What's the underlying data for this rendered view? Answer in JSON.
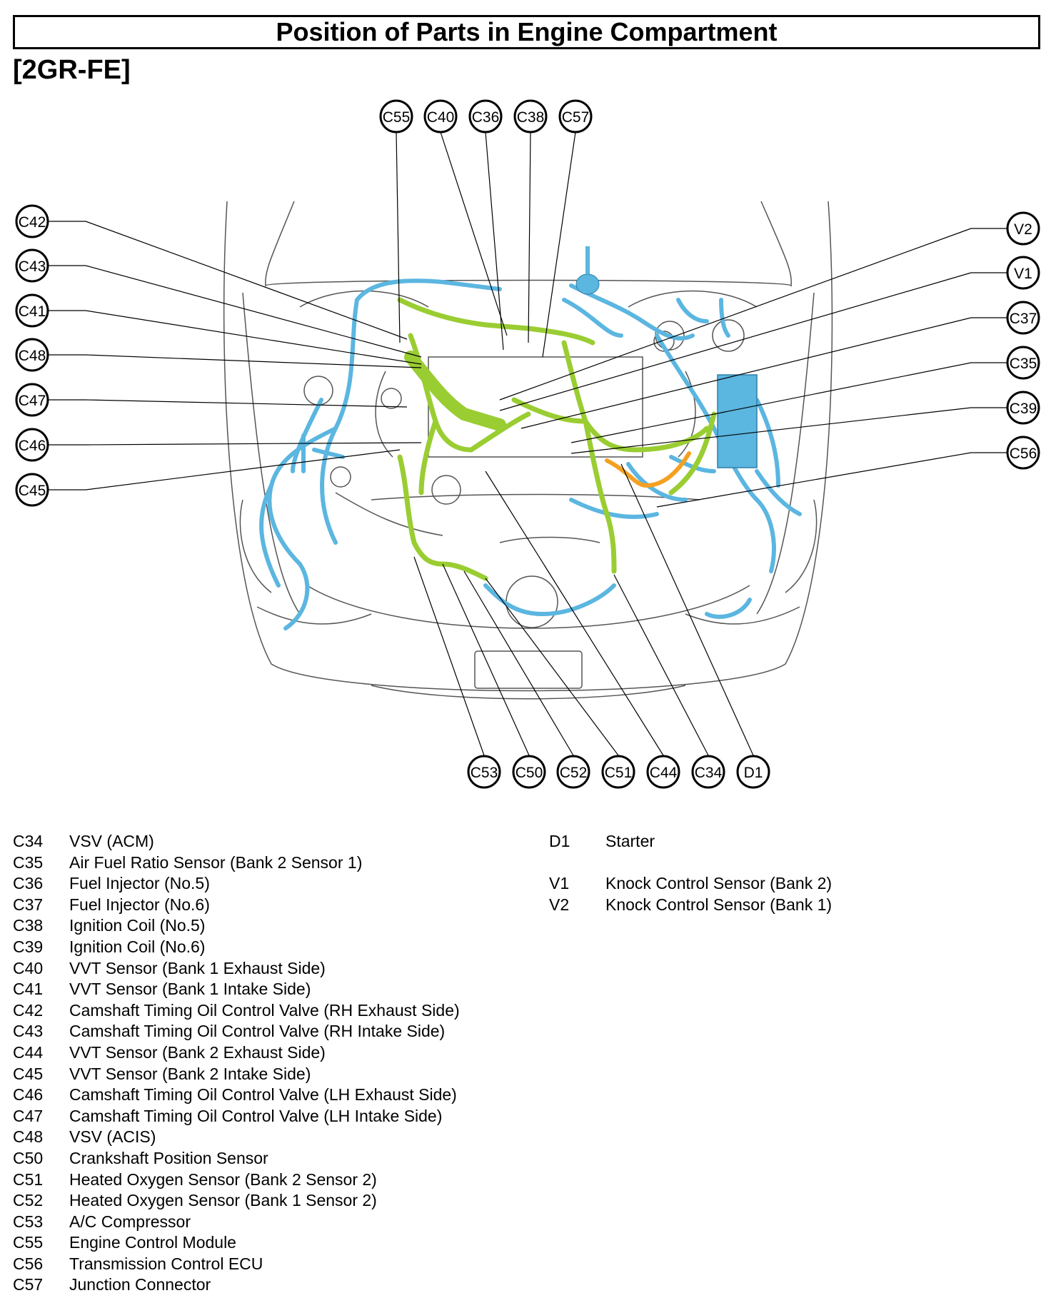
{
  "title": "Position of Parts in Engine Compartment",
  "engine_code": "[2GR-FE]",
  "colors": {
    "harness_blue": "#5bb6e0",
    "harness_green": "#9acd32",
    "harness_orange": "#f4a020",
    "outline": "#555555"
  },
  "connectors": {
    "top": [
      "C55",
      "C40",
      "C36",
      "C38",
      "C57"
    ],
    "left": [
      "C42",
      "C43",
      "C41",
      "C48",
      "C47",
      "C46",
      "C45"
    ],
    "right": [
      "V2",
      "V1",
      "C37",
      "C35",
      "C39",
      "C56"
    ],
    "bottom": [
      "C53",
      "C50",
      "C52",
      "C51",
      "C44",
      "C34",
      "D1"
    ]
  },
  "legend_left": [
    {
      "code": "C34",
      "name": "VSV (ACM)"
    },
    {
      "code": "C35",
      "name": "Air Fuel Ratio Sensor (Bank 2 Sensor 1)"
    },
    {
      "code": "C36",
      "name": "Fuel Injector (No.5)"
    },
    {
      "code": "C37",
      "name": "Fuel Injector (No.6)"
    },
    {
      "code": "C38",
      "name": "Ignition Coil (No.5)"
    },
    {
      "code": "C39",
      "name": "Ignition Coil (No.6)"
    },
    {
      "code": "C40",
      "name": "VVT Sensor (Bank 1 Exhaust Side)"
    },
    {
      "code": "C41",
      "name": "VVT Sensor (Bank 1 Intake Side)"
    },
    {
      "code": "C42",
      "name": "Camshaft Timing Oil Control Valve (RH Exhaust Side)"
    },
    {
      "code": "C43",
      "name": "Camshaft Timing Oil Control Valve (RH Intake Side)"
    },
    {
      "code": "C44",
      "name": "VVT Sensor (Bank 2 Exhaust Side)"
    },
    {
      "code": "C45",
      "name": "VVT Sensor (Bank 2 Intake Side)"
    },
    {
      "code": "C46",
      "name": "Camshaft Timing Oil Control Valve (LH Exhaust Side)"
    },
    {
      "code": "C47",
      "name": "Camshaft Timing Oil Control Valve (LH Intake Side)"
    },
    {
      "code": "C48",
      "name": "VSV (ACIS)"
    },
    {
      "code": "C50",
      "name": "Crankshaft Position Sensor"
    },
    {
      "code": "C51",
      "name": "Heated Oxygen Sensor (Bank 2 Sensor 2)"
    },
    {
      "code": "C52",
      "name": "Heated Oxygen Sensor (Bank 1 Sensor 2)"
    },
    {
      "code": "C53",
      "name": "A/C Compressor"
    },
    {
      "code": "C55",
      "name": "Engine Control Module"
    },
    {
      "code": "C56",
      "name": "Transmission Control ECU"
    },
    {
      "code": "C57",
      "name": "Junction Connector"
    }
  ],
  "legend_right": [
    {
      "code": "D1",
      "name": "Starter"
    },
    {
      "code": "",
      "name": ""
    },
    {
      "code": "V1",
      "name": "Knock Control Sensor (Bank 2)"
    },
    {
      "code": "V2",
      "name": "Knock Control Sensor (Bank 1)"
    }
  ]
}
